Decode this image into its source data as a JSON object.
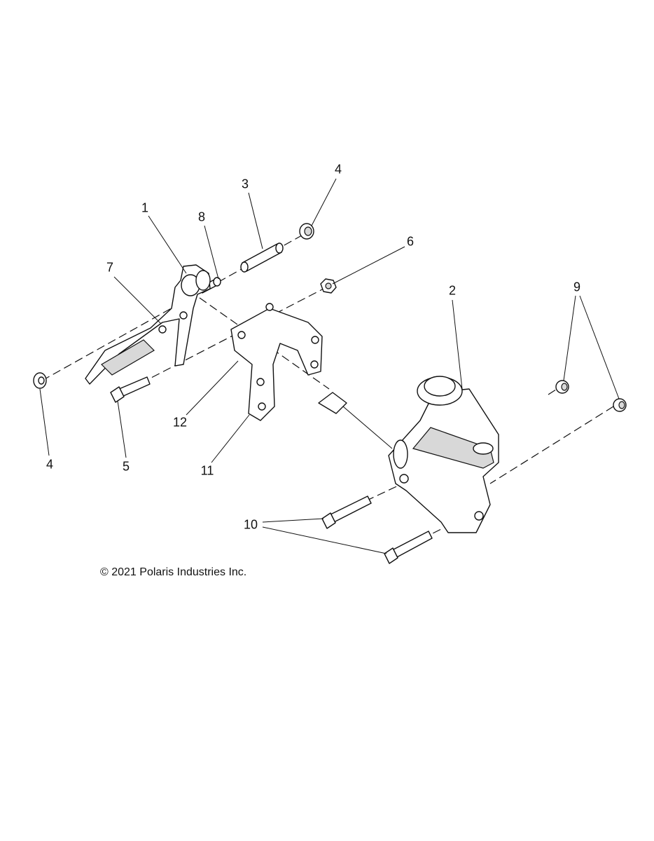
{
  "callouts": {
    "c1": "1",
    "c2": "2",
    "c3": "3",
    "c4a": "4",
    "c4b": "4",
    "c5": "5",
    "c6": "6",
    "c7": "7",
    "c8": "8",
    "c9": "9",
    "c10": "10",
    "c11": "11",
    "c12": "12"
  },
  "copyright": "© 2021 Polaris Industries Inc."
}
